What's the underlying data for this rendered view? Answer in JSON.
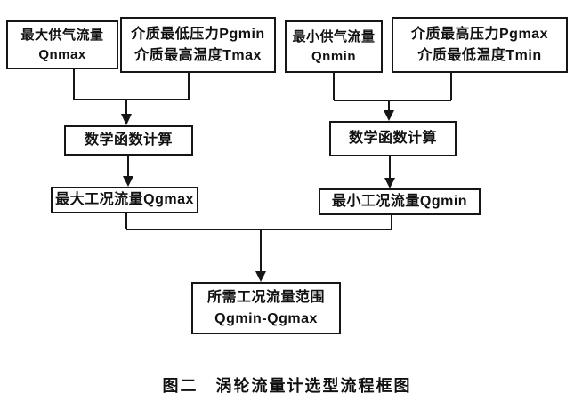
{
  "flowchart": {
    "caption": "图二　涡轮流量计选型流程框图",
    "boxes": {
      "max_supply_flow": {
        "line1": "最大供气流量",
        "line2": "Qnmax"
      },
      "min_pressure_max_temp": {
        "line1": "介质最低压力Pgmin",
        "line2": "介质最高温度Tmax"
      },
      "min_supply_flow": {
        "line1": "最小供气流量",
        "line2": "Qnmin"
      },
      "max_pressure_min_temp": {
        "line1": "介质最高压力Pgmax",
        "line2": "介质最低温度Tmin"
      },
      "calc_left": {
        "label": "数学函数计算"
      },
      "calc_right": {
        "label": "数学函数计算"
      },
      "result_max": {
        "label": "最大工况流量Qgmax"
      },
      "result_min": {
        "label": "最小工况流量Qgmin"
      },
      "final_range": {
        "line1": "所需工况流量范围",
        "line2": "Qgmin-Qgmax"
      }
    },
    "colors": {
      "line": "#161616",
      "text": "#111111",
      "background": "#ffffff"
    }
  }
}
